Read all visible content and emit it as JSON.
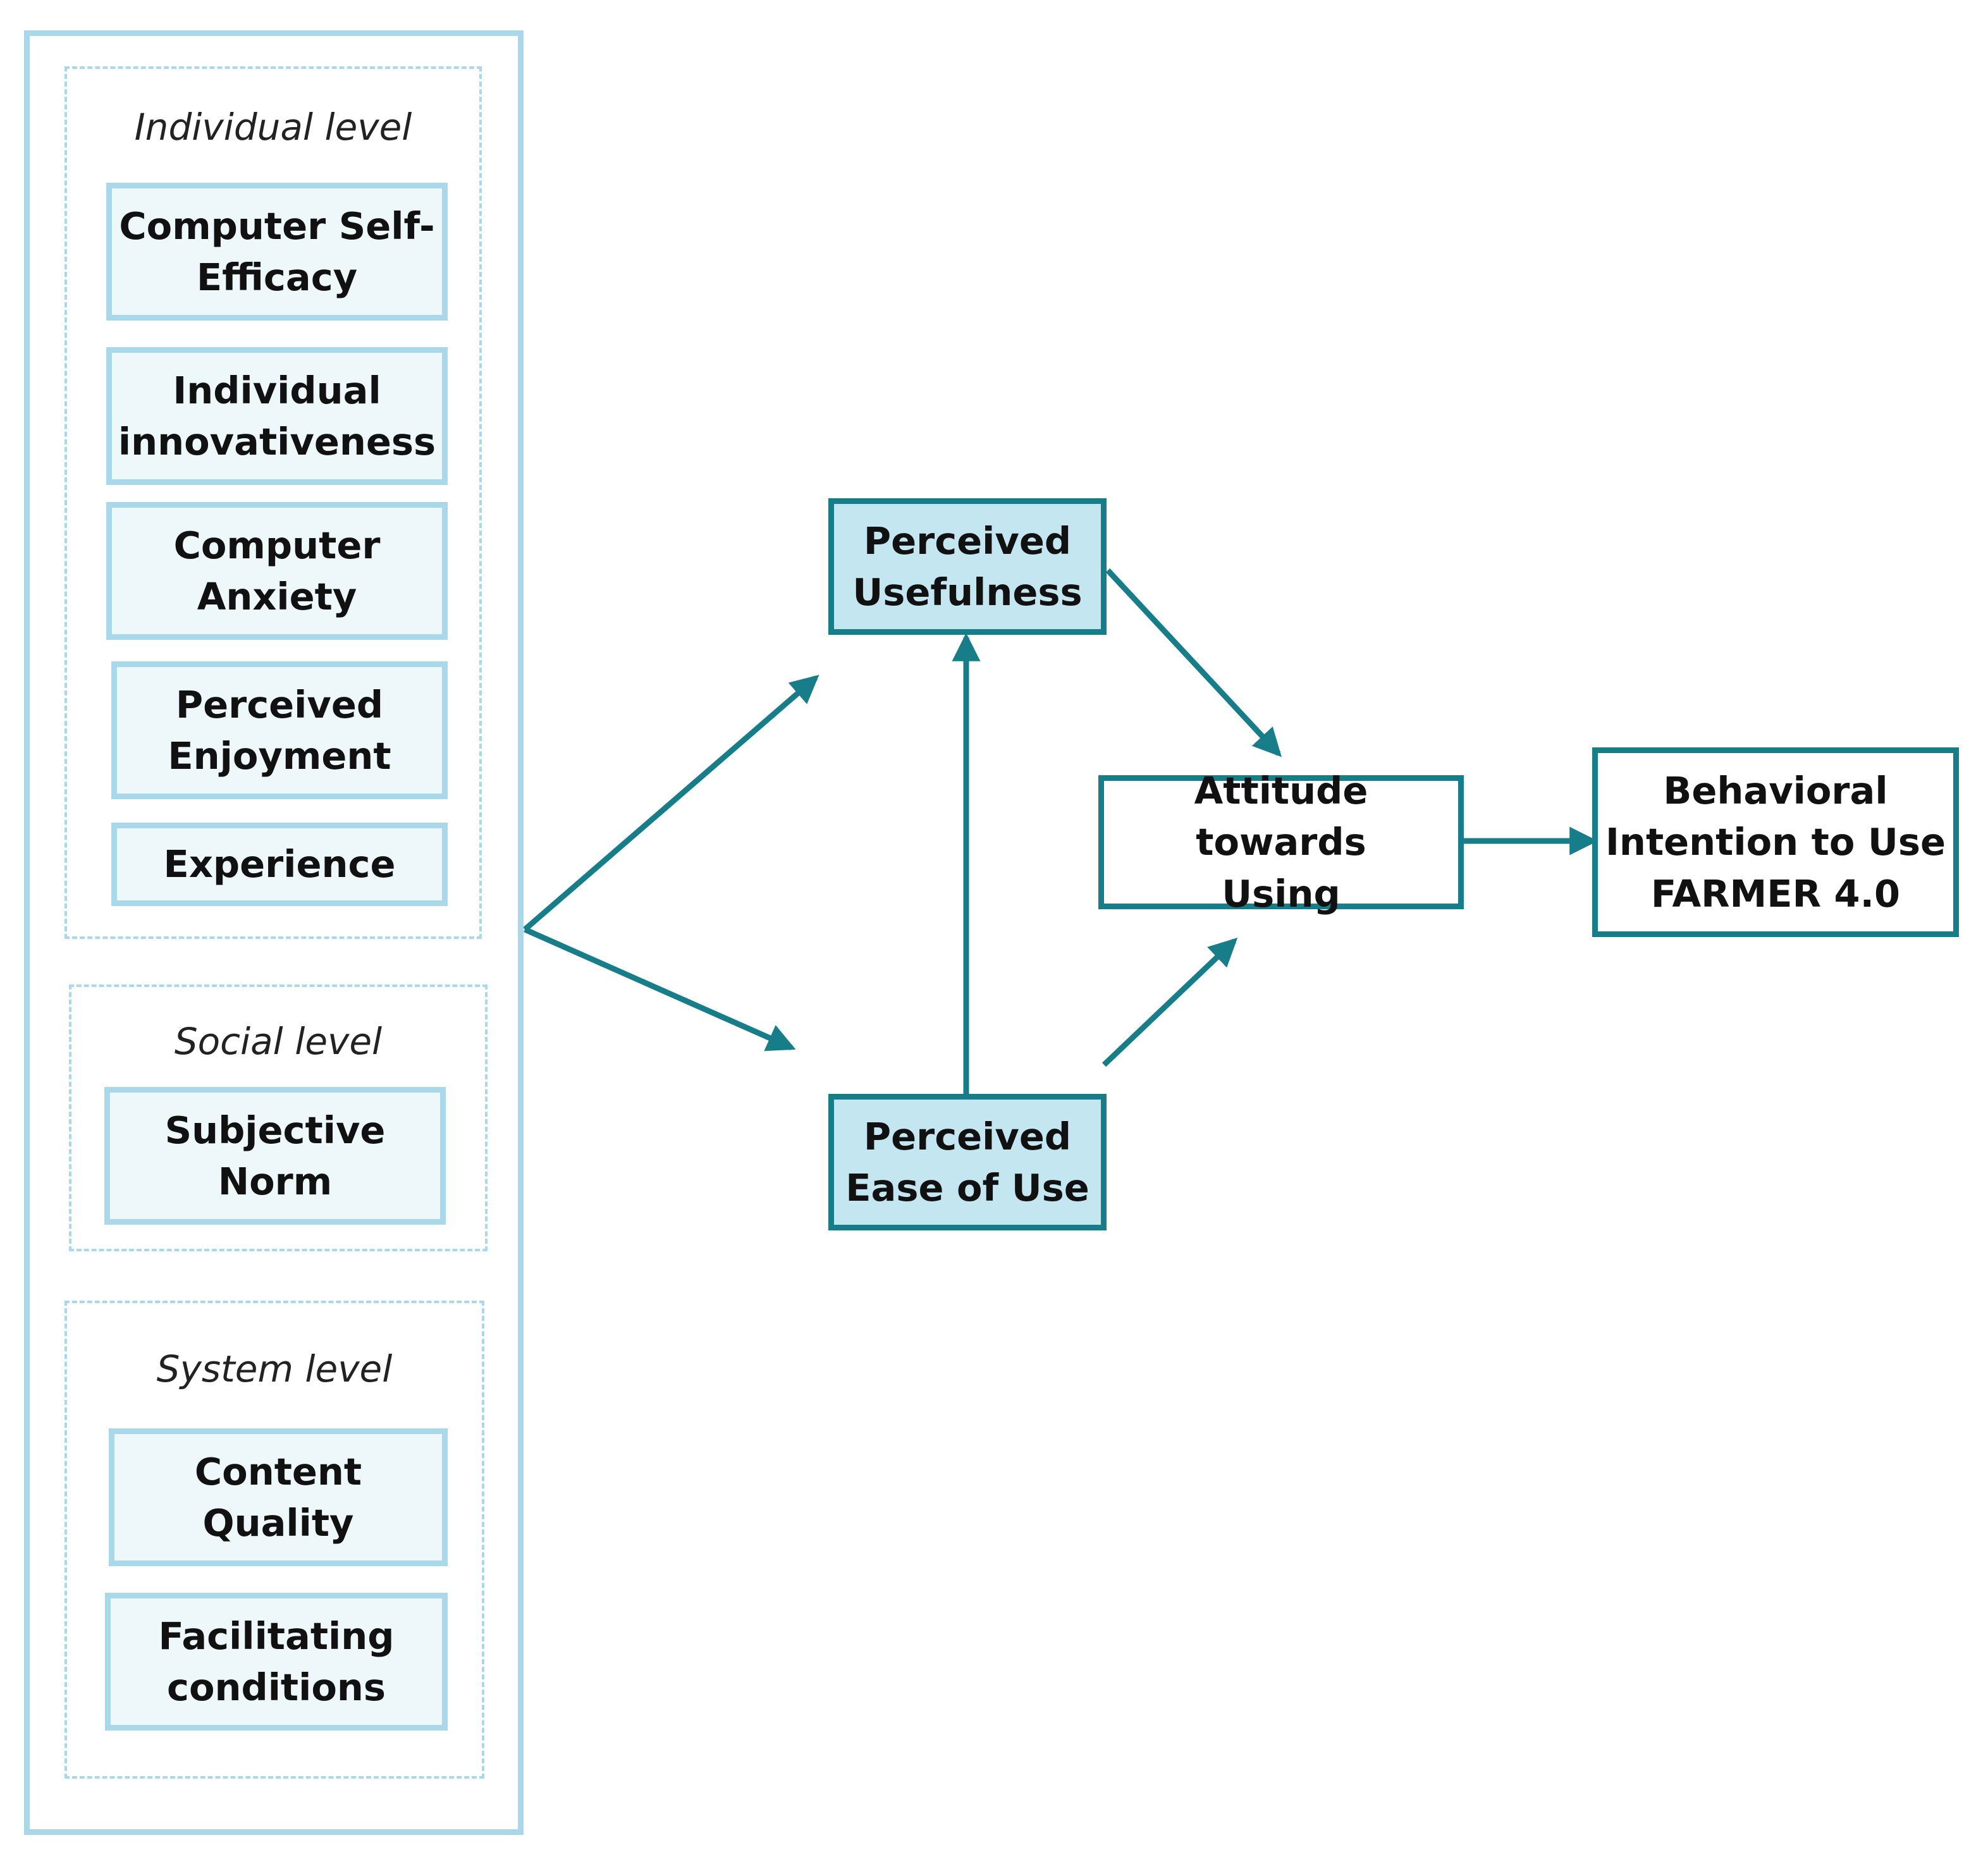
{
  "colors": {
    "arrow": "#177e89",
    "panel_border": "#a8d8ea",
    "factor_fill": "#eef8fb",
    "core_fill": "#c3e6f1",
    "core_border": "#177e89"
  },
  "groups": {
    "individual": {
      "title": "Individual  level",
      "factors": [
        "Computer Self-\nEfficacy",
        "Individual\ninnovativeness",
        "Computer\nAnxiety",
        "Perceived\nEnjoyment",
        "Experience"
      ]
    },
    "social": {
      "title": "Social level",
      "factors": [
        "Subjective\nNorm"
      ]
    },
    "system": {
      "title": "System level",
      "factors": [
        "Content\nQuality",
        "Facilitating\nconditions"
      ]
    }
  },
  "nodes": {
    "perceived_usefulness": "Perceived\nUsefulness",
    "perceived_ease_of_use": "Perceived\nEase of Use",
    "attitude": "Attitude towards\nUsing",
    "behavioral_intention": "Behavioral\nIntention to Use\nFARMER 4.0"
  }
}
